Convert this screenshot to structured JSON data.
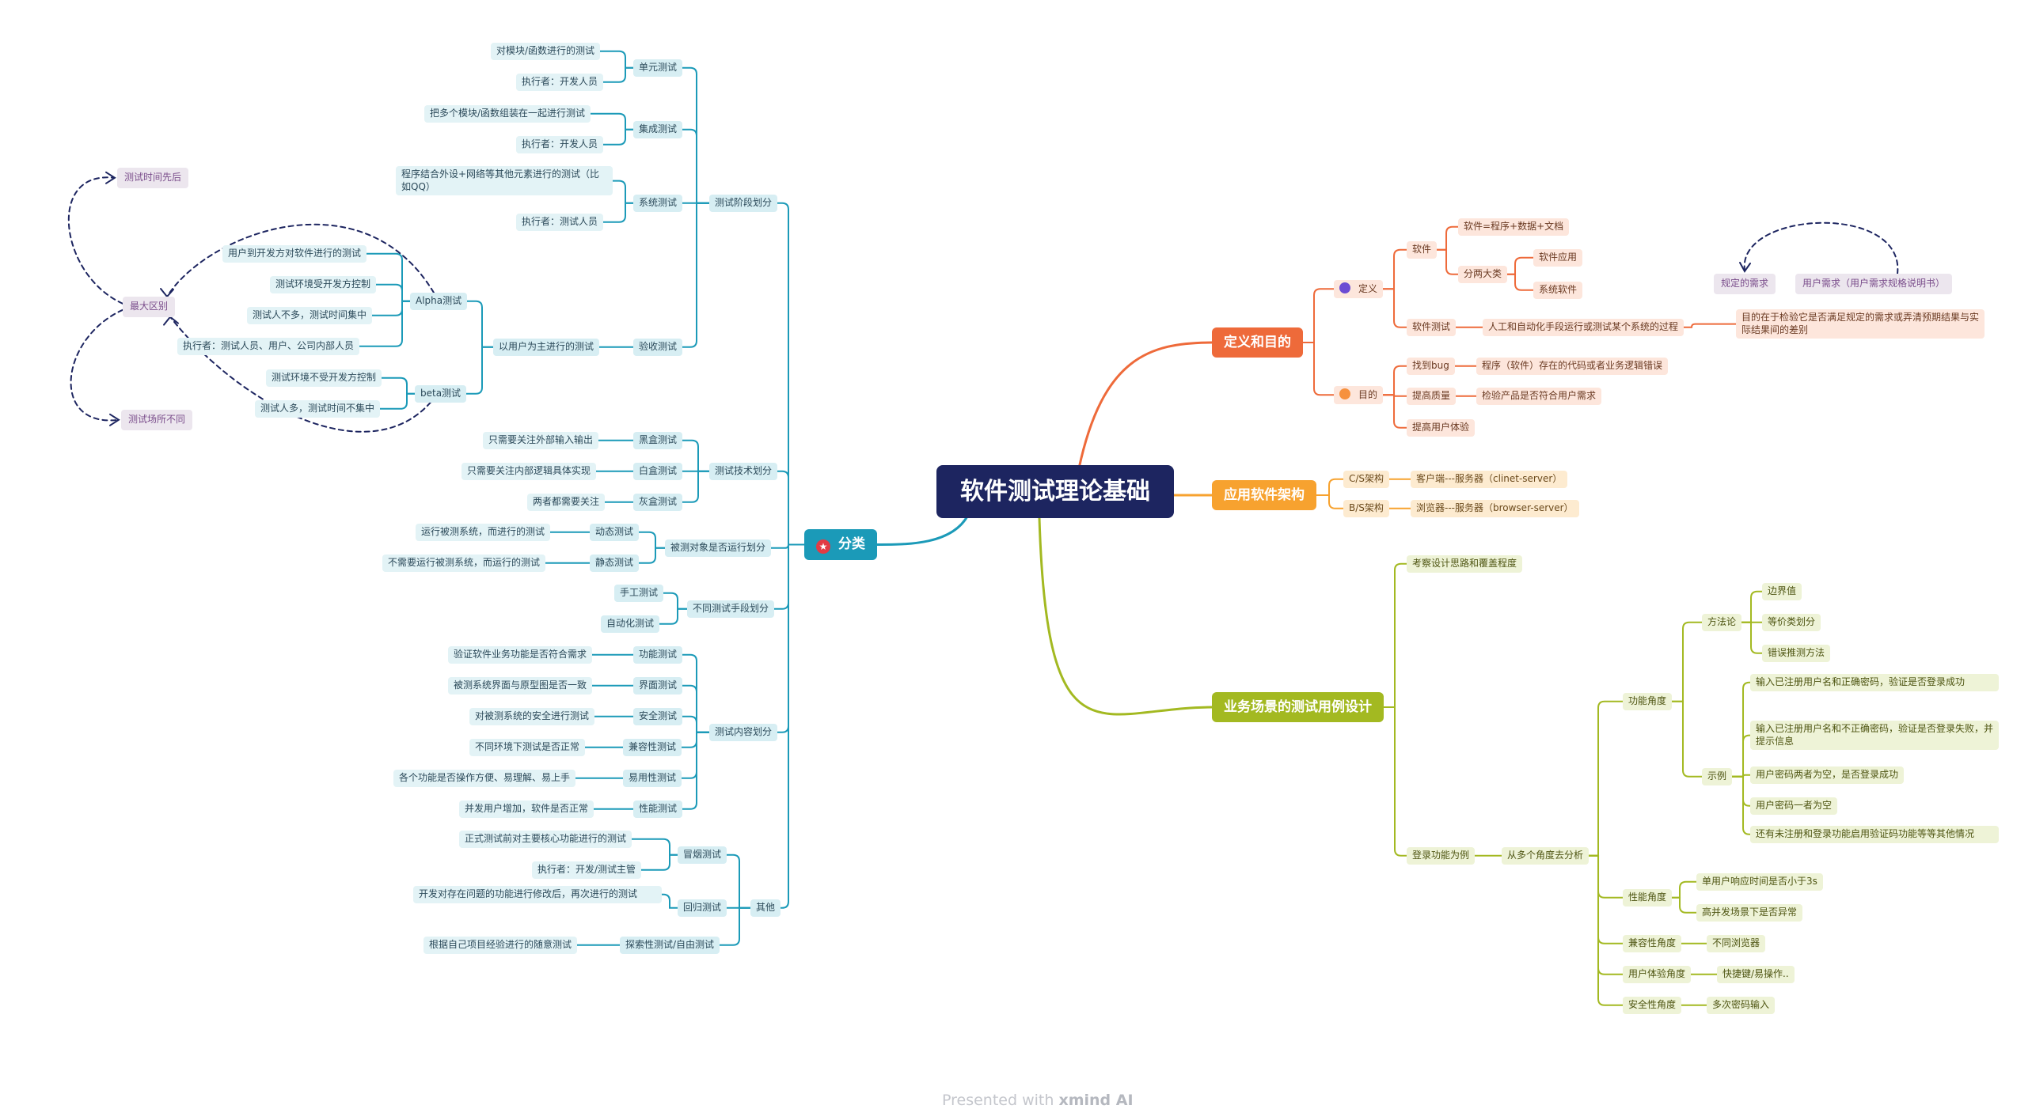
{
  "root": "软件测试理论基础",
  "footer": {
    "prefix": "Presented with",
    "brand": "xmind AI"
  },
  "icons": {
    "definition": "purple-dot",
    "purpose": "orange-dot",
    "classification": "star-badge"
  },
  "colors": {
    "root": "#1d2560",
    "definition": "#ee6a3a",
    "architecture": "#f7a22f",
    "business": "#a3b921",
    "classification": "#1b9ab8",
    "relationship": "#1d2560"
  },
  "definition_branch": {
    "label": "定义和目的",
    "definition": {
      "label": "定义",
      "software": {
        "label": "软件",
        "formula": "软件=程序+数据+文档",
        "two_types": {
          "label": "分两大类",
          "items": [
            "软件应用",
            "系统软件"
          ]
        }
      },
      "testing": {
        "label": "软件测试",
        "process": "人工和自动化手段运行或测试某个系统的过程",
        "goal": "目的在于检验它是否满足规定的需求或弄清预期结果与实际结果间的差别"
      }
    },
    "purpose": {
      "label": "目的",
      "find_bug": {
        "label": "找到bug",
        "detail": "程序（软件）存在的代码或者业务逻辑错误"
      },
      "quality": {
        "label": "提高质量",
        "detail": "检验产品是否符合用户需求"
      },
      "experience": "提高用户体验"
    },
    "relationship": {
      "from": "用户需求（用户需求规格说明书）",
      "to": "规定的需求"
    }
  },
  "architecture_branch": {
    "label": "应用软件架构",
    "items": [
      {
        "label": "C/S架构",
        "detail": "客户端---服务器（clinet-server）"
      },
      {
        "label": "B/S架构",
        "detail": "浏览器---服务器（browser-server）"
      }
    ]
  },
  "business_branch": {
    "label": "业务场景的测试用例设计",
    "inspect": "考察设计思路和覆盖程度",
    "login": {
      "label": "登录功能为例",
      "analysis": "从多个角度去分析",
      "function": {
        "label": "功能角度",
        "methodology": {
          "label": "方法论",
          "items": [
            "边界值",
            "等价类划分",
            "错误推测方法"
          ]
        },
        "examples": {
          "label": "示例",
          "items": [
            "输入已注册用户名和正确密码，验证是否登录成功",
            "输入已注册用户名和不正确密码，验证是否登录失败，并提示信息",
            "用户密码两者为空，是否登录成功",
            "用户密码一者为空",
            "还有未注册和登录功能启用验证码功能等等其他情况"
          ]
        }
      },
      "performance": {
        "label": "性能角度",
        "items": [
          "单用户响应时间是否小于3s",
          "高并发场景下是否异常"
        ]
      },
      "compatibility": {
        "label": "兼容性角度",
        "item": "不同浏览器"
      },
      "ux": {
        "label": "用户体验角度",
        "item": "快捷键/易操作.."
      },
      "security": {
        "label": "安全性角度",
        "item": "多次密码输入"
      }
    }
  },
  "classification_branch": {
    "label": "分类",
    "stage": {
      "label": "测试阶段划分",
      "unit": {
        "label": "单元测试",
        "items": [
          "对模块/函数进行的测试",
          "执行者：开发人员"
        ]
      },
      "integration": {
        "label": "集成测试",
        "items": [
          "把多个模块/函数组装在一起进行测试",
          "执行者：开发人员"
        ]
      },
      "system": {
        "label": "系统测试",
        "items": [
          "程序结合外设+网络等其他元素进行的测试（比如QQ）",
          "执行者：测试人员"
        ]
      },
      "acceptance": {
        "label": "验收测试",
        "user_based": "以用户为主进行的测试",
        "alpha": {
          "label": "Alpha测试",
          "items": [
            "用户到开发方对软件进行的测试",
            "测试环境受开发方控制",
            "测试人不多，测试时间集中",
            "执行者：测试人员、用户、公司内部人员"
          ]
        },
        "beta": {
          "label": "beta测试",
          "items": [
            "测试环境不受开发方控制",
            "测试人多，测试时间不集中"
          ]
        }
      }
    },
    "technique": {
      "label": "测试技术划分",
      "items": [
        {
          "label": "黑盒测试",
          "detail": "只需要关注外部输入输出"
        },
        {
          "label": "白盒测试",
          "detail": "只需要关注内部逻辑具体实现"
        },
        {
          "label": "灰盒测试",
          "detail": "两者都需要关注"
        }
      ]
    },
    "running": {
      "label": "被测对象是否运行划分",
      "items": [
        {
          "label": "动态测试",
          "detail": "运行被测系统，而进行的测试"
        },
        {
          "label": "静态测试",
          "detail": "不需要运行被测系统，而运行的测试"
        }
      ]
    },
    "means": {
      "label": "不同测试手段划分",
      "items": [
        "手工测试",
        "自动化测试"
      ]
    },
    "content": {
      "label": "测试内容划分",
      "items": [
        {
          "label": "功能测试",
          "detail": "验证软件业务功能是否符合需求"
        },
        {
          "label": "界面测试",
          "detail": "被测系统界面与原型图是否一致"
        },
        {
          "label": "安全测试",
          "detail": "对被测系统的安全进行测试"
        },
        {
          "label": "兼容性测试",
          "detail": "不同环境下测试是否正常"
        },
        {
          "label": "易用性测试",
          "detail": "各个功能是否操作方便、易理解、易上手"
        },
        {
          "label": "性能测试",
          "detail": "并发用户增加，软件是否正常"
        }
      ]
    },
    "other": {
      "label": "其他",
      "smoke": {
        "label": "冒烟测试",
        "items": [
          "正式测试前对主要核心功能进行的测试",
          "执行者：开发/测试主管"
        ]
      },
      "regression": {
        "label": "回归测试",
        "detail": "开发对存在问题的功能进行修改后，再次进行的测试"
      },
      "exploratory": {
        "label": "探索性测试/自由测试",
        "detail": "根据自己项目经验进行的随意测试"
      }
    },
    "comparison": {
      "center": "最大区别",
      "time": "测试时间先后",
      "place": "测试场所不同"
    }
  }
}
